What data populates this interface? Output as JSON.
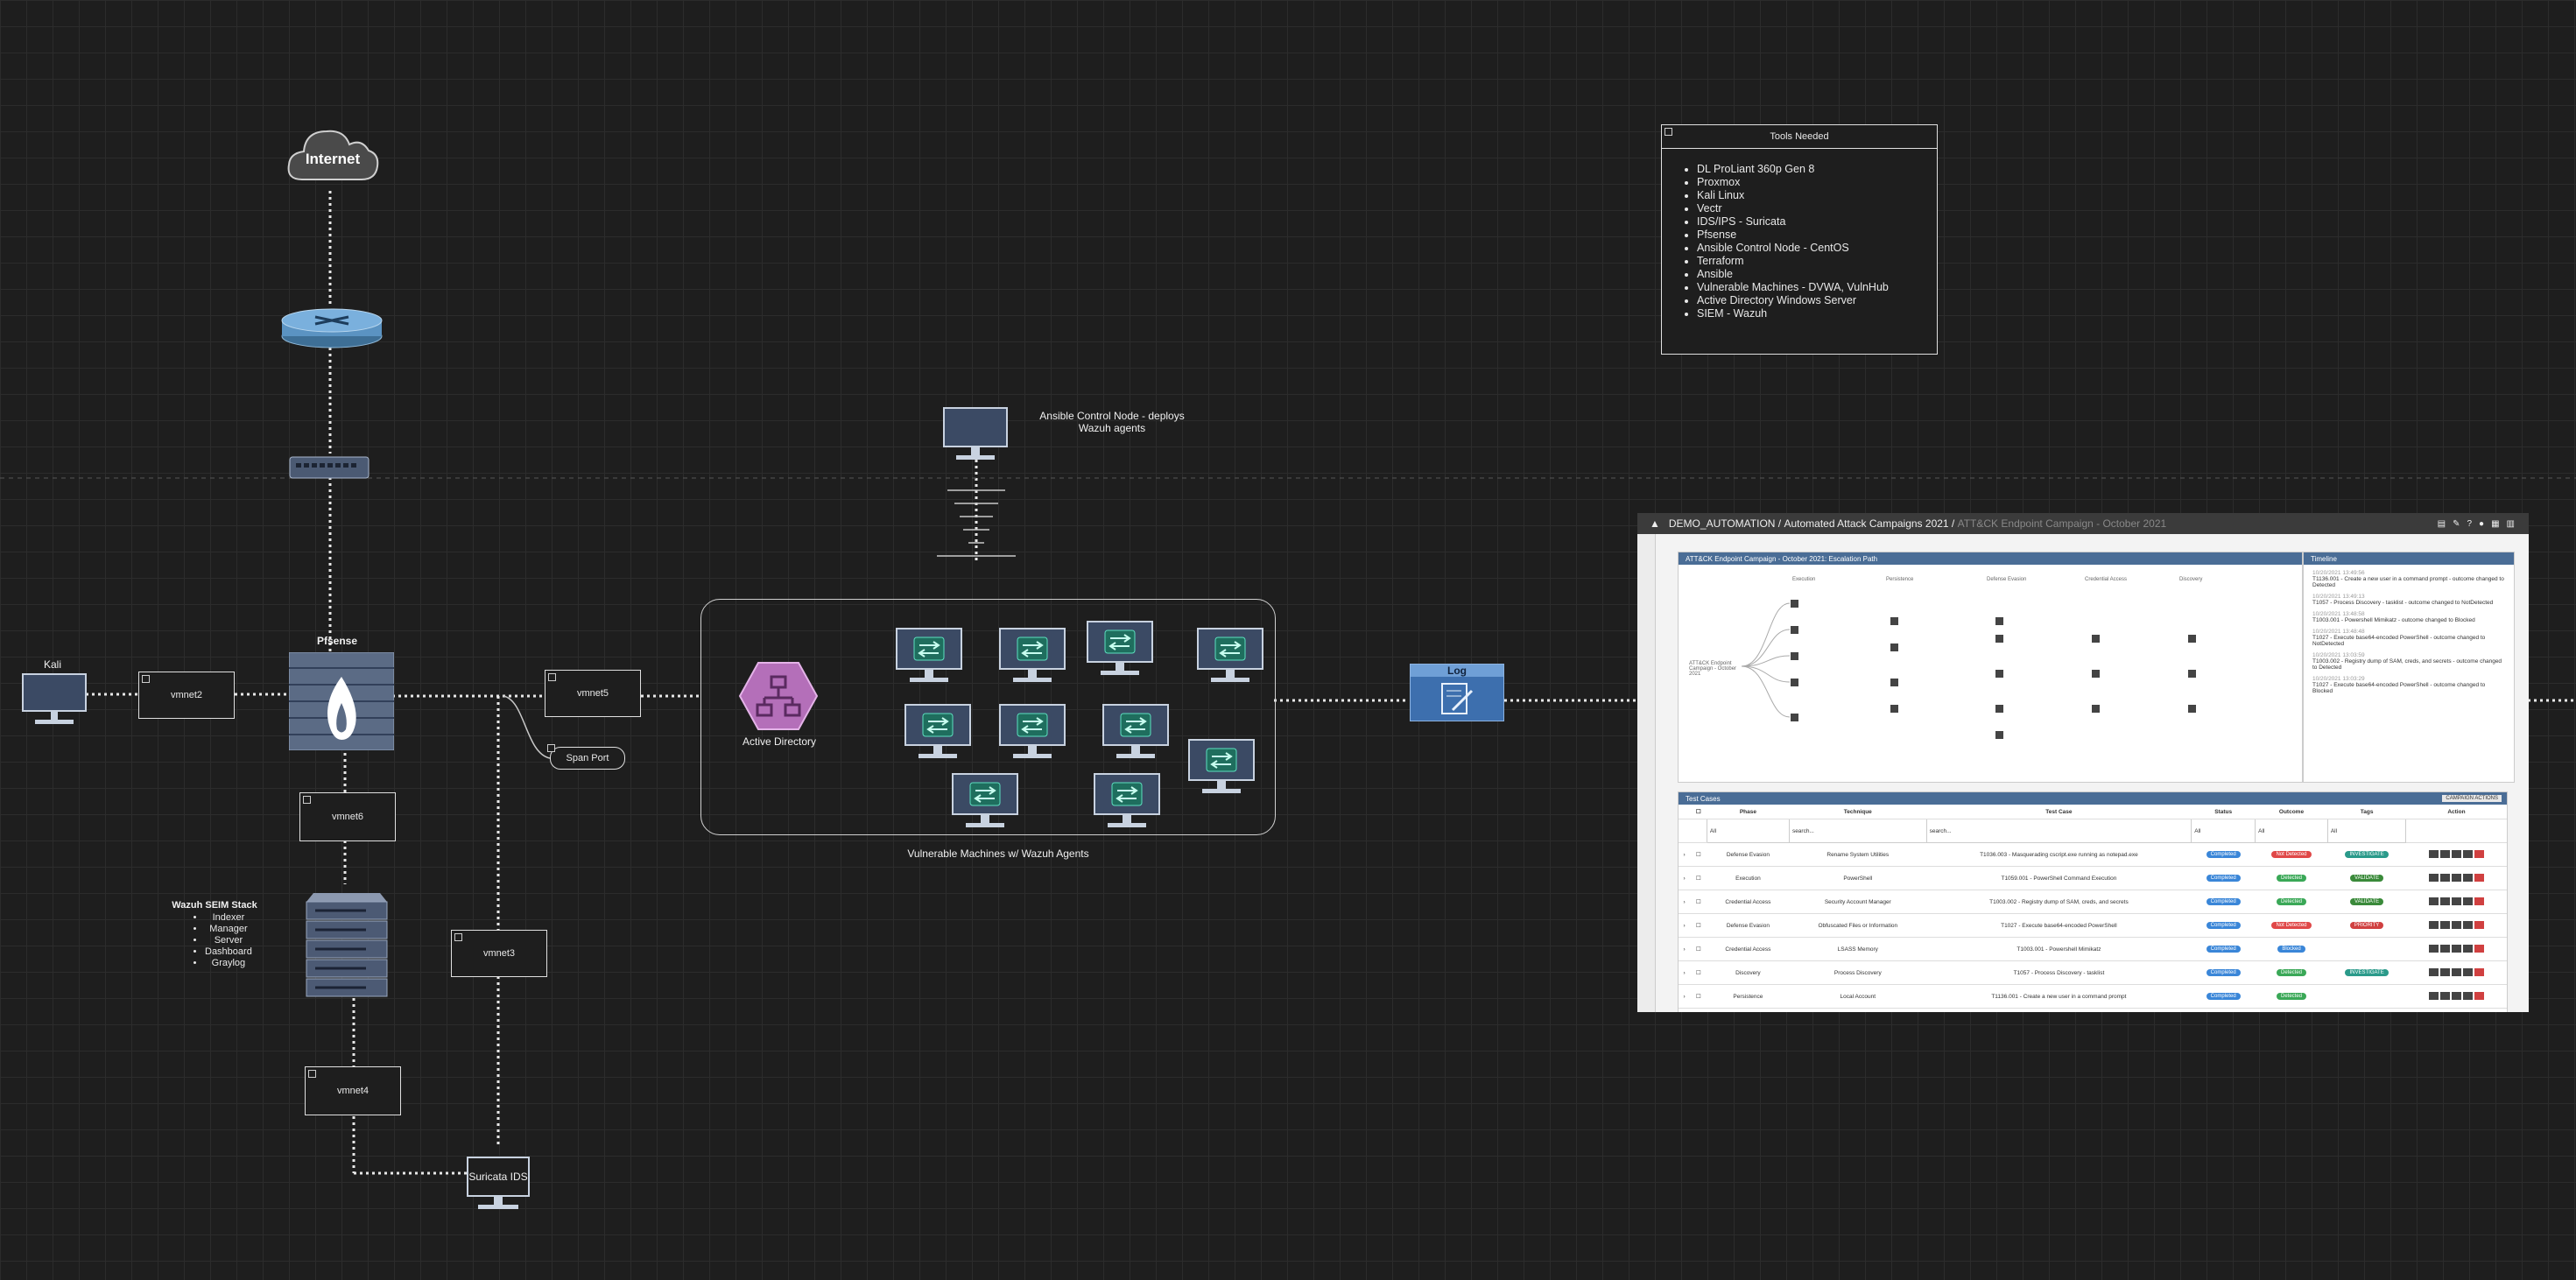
{
  "nodes": {
    "internet": "Internet",
    "pfsense": "Pfsense",
    "kali": "Kali",
    "vmnet2": "vmnet2",
    "vmnet5": "vmnet5",
    "vmnet6": "vmnet6",
    "vmnet3": "vmnet3",
    "vmnet4": "vmnet4",
    "span_port": "Span Port",
    "suricata": "Suricata IDS",
    "active_directory": "Active Directory",
    "vuln_caption": "Vulnerable Machines w/ Wazuh Agents",
    "ansible_line1": "Ansible Control Node - deploys",
    "ansible_line2": "Wazuh agents",
    "log": "Log"
  },
  "wazuh": {
    "title": "Wazuh SEIM Stack",
    "items": [
      "Indexer",
      "Manager",
      "Server",
      "Dashboard",
      "Graylog"
    ]
  },
  "tools": {
    "title": "Tools Needed",
    "items": [
      "DL ProLiant 360p Gen 8",
      "Proxmox",
      "Kali Linux",
      "Vectr",
      "IDS/IPS - Suricata",
      "Pfsense",
      "Ansible Control Node - CentOS",
      "Terraform",
      "Ansible",
      "Vulnerable Machines - DVWA, VulnHub",
      "Active Directory Windows Server",
      "SIEM - Wazuh"
    ]
  },
  "dashboard": {
    "breadcrumb_1": "DEMO_AUTOMATION /",
    "breadcrumb_2": "Automated Attack Campaigns 2021 /",
    "breadcrumb_3": "ATT&CK Endpoint Campaign - October 2021",
    "escalation_title": "ATT&CK Endpoint Campaign - October 2021: Escalation Path",
    "timeline_title": "Timeline",
    "test_cases_title": "Test Cases",
    "campaign_actions": "CAMPAIGN ACTIONS",
    "columns": [
      "Phase",
      "Technique",
      "Test Case",
      "Status",
      "Outcome",
      "Tags",
      "Action"
    ],
    "filter_all": "All",
    "filter_search": "search...",
    "rows": [
      {
        "phase": "Defense Evasion",
        "technique": "Rename System Utilities",
        "test": "T1036.003 - Masquerading cscript.exe running as notepad.exe",
        "status": "Completed",
        "outcome": "Not Detected",
        "tag": "INVESTIGATE",
        "outcome_color": "#e04848",
        "tag_color": "#2a9a8a"
      },
      {
        "phase": "Execution",
        "technique": "PowerShell",
        "test": "T1059.001 - PowerShell Command Execution",
        "status": "Completed",
        "outcome": "Detected",
        "tag": "VALIDATE",
        "outcome_color": "#3aa857",
        "tag_color": "#3a8a3a"
      },
      {
        "phase": "Credential Access",
        "technique": "Security Account Manager",
        "test": "T1003.002 - Registry dump of SAM, creds, and secrets",
        "status": "Completed",
        "outcome": "Detected",
        "tag": "VALIDATE",
        "outcome_color": "#3aa857",
        "tag_color": "#3a8a3a"
      },
      {
        "phase": "Defense Evasion",
        "technique": "Obfuscated Files or Information",
        "test": "T1027 - Execute base64-encoded PowerShell",
        "status": "Completed",
        "outcome": "Not Detected",
        "tag": "PRIORITY",
        "outcome_color": "#e04848",
        "tag_color": "#d04040"
      },
      {
        "phase": "Credential Access",
        "technique": "LSASS Memory",
        "test": "T1003.001 - Powershell Mimikatz",
        "status": "Completed",
        "outcome": "Blocked",
        "tag": "",
        "outcome_color": "#3a86d8",
        "tag_color": ""
      },
      {
        "phase": "Discovery",
        "technique": "Process Discovery",
        "test": "T1057 - Process Discovery - tasklist",
        "status": "Completed",
        "outcome": "Detected",
        "tag": "INVESTIGATE",
        "outcome_color": "#3aa857",
        "tag_color": "#2a9a8a"
      },
      {
        "phase": "Persistence",
        "technique": "Local Account",
        "test": "T1136.001 - Create a new user in a command prompt",
        "status": "Completed",
        "outcome": "Detected",
        "tag": "",
        "outcome_color": "#3aa857",
        "tag_color": ""
      }
    ],
    "timeline": [
      {
        "date": "10/20/2021 13:49:56",
        "text": "T1136.001 - Create a new user in a command prompt - outcome changed to Detected"
      },
      {
        "date": "10/20/2021 13:49:13",
        "text": "T1057 - Process Discovery - tasklist - outcome changed to NotDetected"
      },
      {
        "date": "10/20/2021 13:48:58",
        "text": "T1003.001 - Powershell Mimikatz - outcome changed to Blocked"
      },
      {
        "date": "10/20/2021 13:48:48",
        "text": "T1027 - Execute base64-encoded PowerShell - outcome changed to NotDetected"
      },
      {
        "date": "10/20/2021 13:03:59",
        "text": "T1003.002 - Registry dump of SAM, creds, and secrets - outcome changed to Detected"
      },
      {
        "date": "10/20/2021 13:03:29",
        "text": "T1027 - Execute base64-encoded PowerShell - outcome changed to Blocked"
      }
    ],
    "phases": [
      "Execution",
      "Persistence",
      "Defense Evasion",
      "Credential Access",
      "Discovery"
    ],
    "root_node": "ATT&CK Endpoint Campaign - October 2021"
  }
}
